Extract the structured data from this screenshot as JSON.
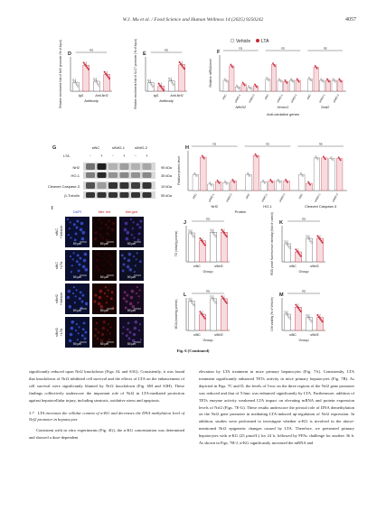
{
  "header": {
    "journal": "W.J. Mu et al. / Food Science and Human Wellness 14 (2025) 9250242",
    "page": "4057"
  },
  "legend": {
    "vehicle": "Vehicle",
    "lta": "LTA"
  },
  "panels": {
    "D": {
      "letter": "D",
      "ylabel": "Relative enrichment fold of Nrf2 promoter (% of Input)",
      "xlabel": "Antibody",
      "sig": "ns",
      "categories": [
        "IgG",
        "Anti-Nrf2"
      ],
      "values": [
        2.6,
        7.6,
        2.9,
        4.9
      ]
    },
    "E": {
      "letter": "E",
      "ylabel": "Relative enrichment fold of SLC7 promoter (% of Input)",
      "xlabel": "Antibody",
      "sig": "ns",
      "categories": [
        "IgG",
        "Anti-Nrf2"
      ],
      "values": [
        0.5,
        0.3,
        0.6,
        1.55
      ]
    },
    "F": {
      "letter": "F",
      "ylabel": "Relative mRNA level",
      "xlabel": "Anti-oxidative genes",
      "sig": "ns",
      "genes": [
        "Nfe2l2",
        "Hmox1",
        "Sod2"
      ],
      "conditions": [
        "siNC",
        "siNrf2-1",
        "siNrf2-2"
      ],
      "values": [
        0.9,
        2.1,
        0.35,
        0.6,
        0.3,
        0.45,
        1.0,
        2.2,
        0.9,
        0.8,
        0.9,
        0.9,
        1.0,
        2.0,
        0.9,
        0.9,
        0.9,
        0.9
      ]
    },
    "G": {
      "letter": "G",
      "lanes": [
        "siNC",
        "siNrf2-1",
        "siNrf2-2"
      ],
      "lta_label": "LTA",
      "lta_signs": [
        "-",
        "+",
        "-",
        "+",
        "-",
        "+"
      ],
      "proteins": [
        "Nrf2",
        "HO-1",
        "Cleaved Caspase-3",
        "β-Tubulin"
      ],
      "sizes": [
        "95 kDa",
        "35 kDa",
        "15 kDa",
        "55 kDa"
      ]
    },
    "H": {
      "letter": "H",
      "ylabel": "Relative protein level",
      "sig": "ns",
      "groups": [
        "Nrf2",
        "HO-1",
        "Cleaved Caspase-3"
      ],
      "xlabel": "Protein",
      "conditions": [
        "siNC",
        "siNrf2-1",
        "siNrf2-2"
      ],
      "values": [
        1.0,
        2.1,
        0.4,
        0.55,
        0.5,
        0.6,
        1.0,
        2.2,
        0.55,
        0.6,
        0.6,
        0.6,
        1.0,
        0.45,
        2.05,
        2.05,
        2.0,
        2.0
      ]
    },
    "I": {
      "letter": "I",
      "headers": [
        "DAPI",
        "Nile red",
        "Merged"
      ],
      "rows": [
        "siNC +Vehicle",
        "siNC +LTA",
        "siNrf2 +Vehicle",
        "siNrf2 +LTA"
      ],
      "scale": "50 μm"
    },
    "J": {
      "letter": "J",
      "ylabel": "TG (mmol/g protein)",
      "xlabel": "Group",
      "sig": "ns",
      "categories": [
        "siNC",
        "siNrf2"
      ],
      "values": [
        200,
        145,
        205,
        205
      ],
      "ylim": [
        0,
        250
      ]
    },
    "K": {
      "letter": "K",
      "ylabel": "ROS probe fluorescence intensity (fold of control)",
      "xlabel": "Group",
      "sig": "ns",
      "categories": [
        "siNC",
        "siNrf2"
      ],
      "values": [
        1.0,
        0.55,
        1.3,
        1.3
      ],
      "ylim": [
        0,
        2.0
      ]
    },
    "L": {
      "letter": "L",
      "ylabel": "MDA (nmol/mg protein)",
      "xlabel": "Group",
      "sig": "ns",
      "categories": [
        "siNC",
        "siNrf2"
      ],
      "values": [
        1.8,
        1.0,
        1.95,
        1.95
      ],
      "ylim": [
        0,
        2.0
      ]
    },
    "M": {
      "letter": "M",
      "ylabel": "Cell viability (% of Vehicle)",
      "xlabel": "Group",
      "sig": "ns",
      "categories": [
        "siNC",
        "siNrf2"
      ],
      "values": [
        100,
        143,
        80,
        80
      ],
      "ylim": [
        0,
        200
      ]
    }
  },
  "caption": "Fig. 6 (Continued)",
  "text": {
    "left_p1": "significantly reduced upon Nrf2 knockdown (Figs. 6L and S3G). Consistently, it was found that knockdown of Nrf2 inhibited cell survival and the effects of LTA on the enhancement of cell survival were significantly blunted by Nrf2 knockdown (Fig. 6M and S3H). These findings collectively underscore the important role of Nrf2 in LTA-mediated protection against hepatocellular injury, including steatosis, oxidative stress and apoptosis.",
    "section_num": "3.7",
    "section_title": "LTA increases the cellular content of α-KG and decreases the DNA methylation level of Nrf2 promoter in hepatocytes",
    "left_p2": "Consistent with in vitro experiments (Fig. 4G), the α-KG concentration was determined and showed a dose-dependent",
    "right_p1": "elevation by LTA treatment in mice primary hepatocytes (Fig. 7A). Consistently, LTA treatment significantly enhanced TETs activity in mice primary hepatocytes (Fig. 7B). As depicted in Figs. 7C and D, the levels of 5-mc on the three regions of the Nrf2 gene promoter was reduced and that of 5-hmc was enhanced significantly by LTA. Furthermore, addition of TETs enzyme activity weakened LTA impact on elevating mRNA and protein expression levels of Nrf2 (Figs. 7E-G). These results underscore the pivotal role of DNA demethylation on the Nrf2 gene promoter in mediating LTA-induced up-regulation of Nrf2 expression. In addition, studies were performed to investigate whether α-KG is involved in the above-mentioned Nrf2 epigenetic changes caused by LTA. Therefore, we pretreated primary hepatocytes with α-KG (25 μmol/L) for 24 h, followed by FFAs challenge for another 36 h. As shown in Figs. 7H-J, α-KG significantly increased the mRNA and"
  }
}
